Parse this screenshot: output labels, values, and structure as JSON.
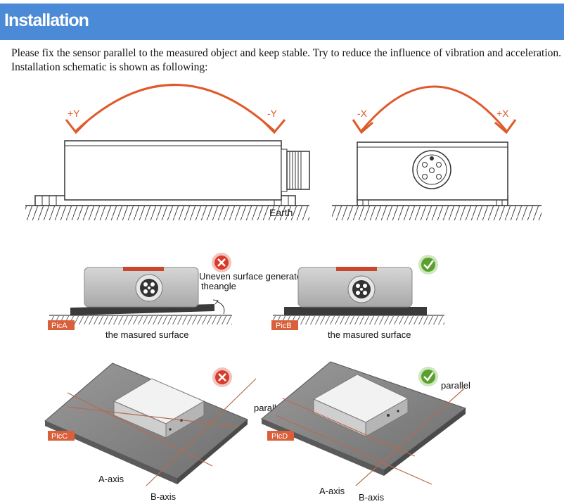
{
  "header": {
    "title": "Installation"
  },
  "intro": "Please fix the sensor parallel to the measured object and keep stable. Try to reduce the influence of vibration and acceleration. Installation schematic is shown as following:",
  "top": {
    "plus_y": "+Y",
    "minus_y": "-Y",
    "minus_x": "-X",
    "plus_x": "+X",
    "earth": "Earth"
  },
  "middle": {
    "uneven_line1": "Uneven surface generates",
    "uneven_line2": "theangle",
    "pic_a": "PicA",
    "pic_b": "PicB",
    "surface_a": "the masured surface",
    "surface_b": "the masured surface"
  },
  "bottom": {
    "pic_c": "PicC",
    "pic_d": "PicD",
    "parallel_c": "parallel",
    "parallel_d": "parallel",
    "a_axis_c": "A-axis",
    "b_axis_c": "B-axis",
    "a_axis_d": "A-axis",
    "b_axis_d": "B-axis"
  },
  "colors": {
    "header_bg": "#4a8ad6",
    "arrow": "#e0592a",
    "tag": "#d9603a",
    "wrong": "#d93a2a",
    "right": "#5aa02c",
    "axis_line": "#b86a50"
  }
}
